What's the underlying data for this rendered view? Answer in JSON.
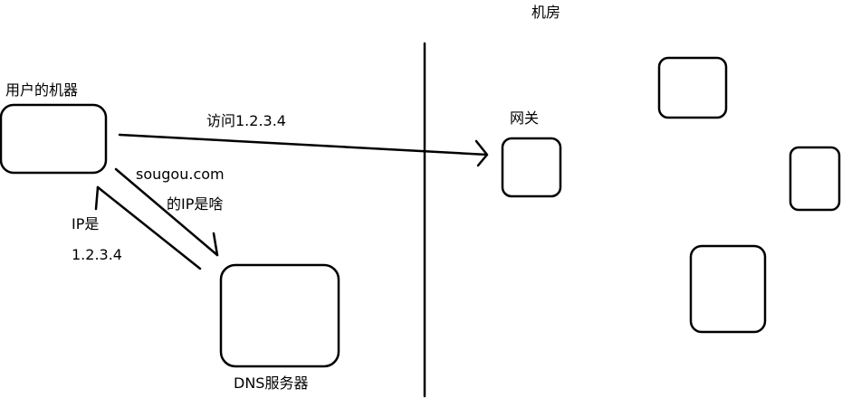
{
  "labels": {
    "machine_room": "机房",
    "user_machine": "用户的机器",
    "visit_request": "访问1.2.3.4",
    "gateway": "网关",
    "dns_query_line1": "sougou.com",
    "dns_query_line2": "的IP是啥",
    "dns_reply_line1": "IP是",
    "dns_reply_line2": "1.2.3.4",
    "dns_server": "DNS服务器"
  },
  "colors": {
    "stroke": "#000000",
    "background": "#ffffff"
  }
}
